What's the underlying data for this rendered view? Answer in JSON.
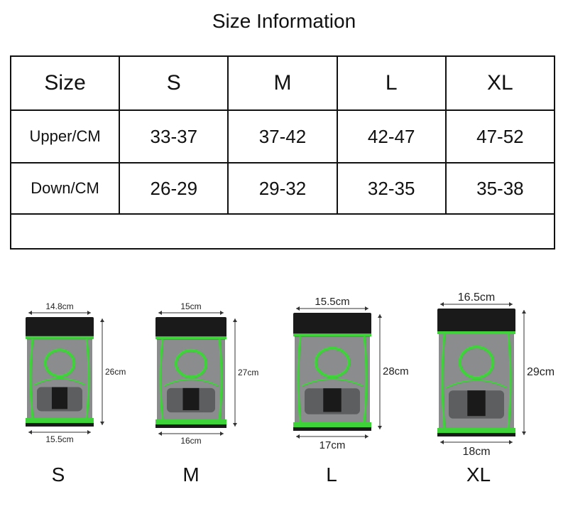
{
  "page": {
    "title": "Size Information"
  },
  "table": {
    "header": [
      "Size",
      "S",
      "M",
      "L",
      "XL"
    ],
    "rows": [
      {
        "label": "Upper/CM",
        "values": [
          "33-37",
          "37-42",
          "42-47",
          "47-52"
        ]
      },
      {
        "label": "Down/CM",
        "values": [
          "26-29",
          "29-32",
          "32-35",
          "35-38"
        ]
      }
    ]
  },
  "sleeves": [
    {
      "size": "S",
      "top": "14.8cm",
      "height": "26cm",
      "bottom": "15.5cm"
    },
    {
      "size": "M",
      "top": "15cm",
      "height": "27cm",
      "bottom": "16cm"
    },
    {
      "size": "L",
      "top": "15.5cm",
      "height": "28cm",
      "bottom": "17cm"
    },
    {
      "size": "XL",
      "top": "16.5cm",
      "height": "29cm",
      "bottom": "18cm"
    }
  ],
  "colors": {
    "sleeve_body": "#8a8c8e",
    "sleeve_dark": "#1a1a1a",
    "accent_green": "#3fd33a"
  }
}
